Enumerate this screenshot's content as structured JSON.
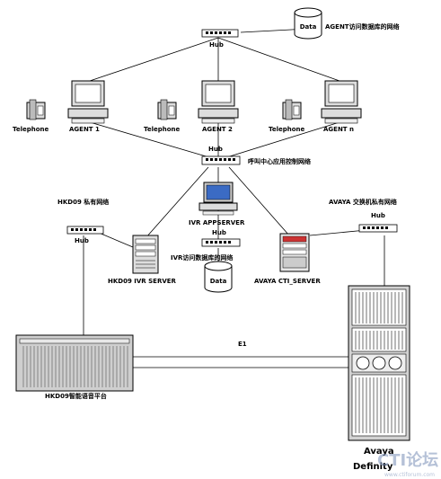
{
  "labels": {
    "data_top": "Data",
    "agent_db_network": "AGENT访问数据库的网络",
    "hub_top": "Hub",
    "telephone_1": "Telephone",
    "agent_1": "AGENT 1",
    "telephone_2": "Telephone",
    "agent_2": "AGENT 2",
    "telephone_3": "Telephone",
    "agent_n": "AGENT n",
    "hub_mid": "Hub",
    "callcenter_network": "呼叫中心应用控制网络",
    "hkd09_private_network": "HKD09 私有网络",
    "avaya_private_network": "AVAYA 交换机私有网络",
    "hub_right": "Hub",
    "hub_left": "Hub",
    "ivr_appserver": "IVR APPSERVER",
    "hub_ivr": "Hub",
    "ivr_db_network": "IVR访问数据库的网络",
    "hkd09_ivr_server": "HKD09 IVR SERVER",
    "data_bottom": "Data",
    "avaya_cti_server": "AVAYA CTI_SERVER",
    "e1": "E1",
    "hkd09_platform": "HKD09智能语音平台",
    "avaya": "Avaya",
    "definity": "Definity"
  },
  "watermark": {
    "text": "CTI论坛",
    "url": "www.ctiforum.com"
  }
}
